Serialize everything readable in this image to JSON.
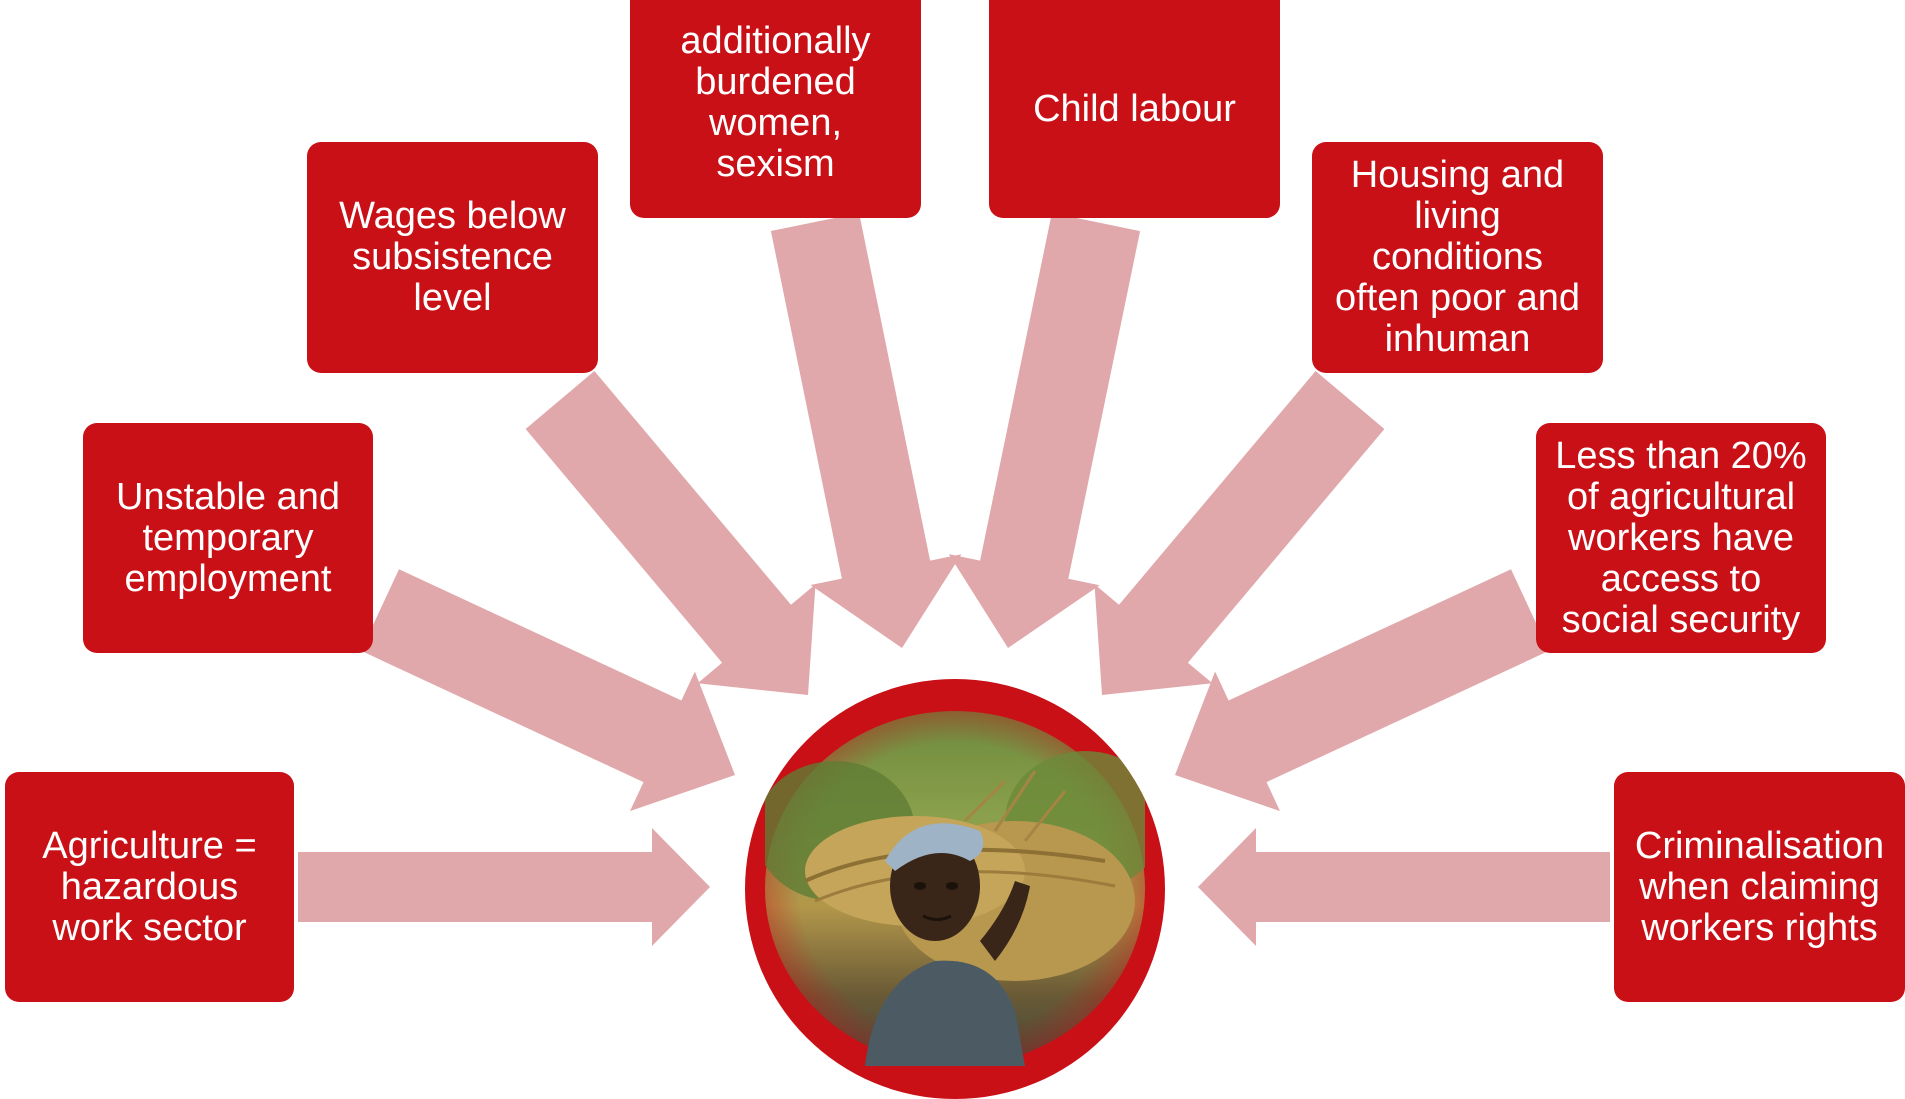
{
  "colors": {
    "box_fill": "#c81016",
    "box_text": "#ffffff",
    "arrow_fill": "#e0a8aa",
    "center_fill": "#c81016"
  },
  "center": {
    "image": "photo of a woman carrying a bundle of harvested grain"
  },
  "issues": [
    {
      "id": "agri",
      "label": "Agriculture =\nhazardous\nwork sector"
    },
    {
      "id": "unst",
      "label": "Unstable and\ntemporary\nemployment"
    },
    {
      "id": "wages",
      "label": "Wages below\nsubsistence\nlevel"
    },
    {
      "id": "women",
      "label": "additionally\nburdened\nwomen,\nsexism"
    },
    {
      "id": "child",
      "label": "Child labour"
    },
    {
      "id": "house",
      "label": "Housing and\nliving\nconditions\noften poor and\ninhuman"
    },
    {
      "id": "social",
      "label": "Less than 20%\nof agricultural\nworkers have\naccess to\nsocial security"
    },
    {
      "id": "crim",
      "label": "Criminalisation\nwhen claiming\nworkers rights"
    }
  ]
}
